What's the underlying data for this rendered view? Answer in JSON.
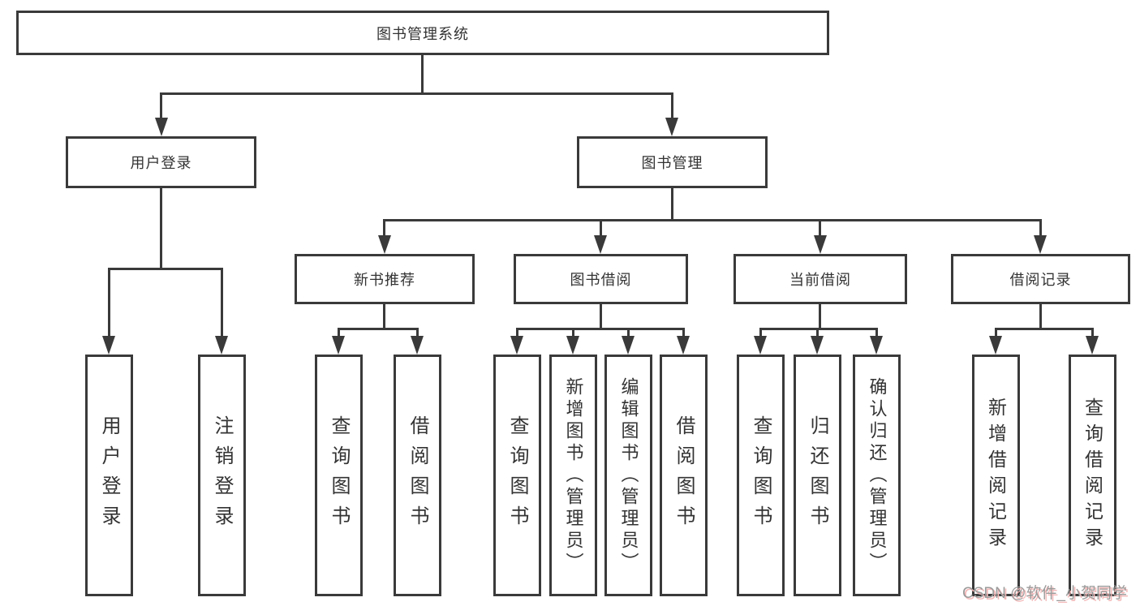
{
  "nodes": {
    "root": "图书管理系统",
    "user_login": "用户登录",
    "book_mgmt": "图书管理",
    "new_book_rec": "新书推荐",
    "book_borrow": "图书借阅",
    "current_borrow": "当前借阅",
    "borrow_records": "借阅记录",
    "leaf_user_login": "用户登录",
    "leaf_logout_login": "注销登录",
    "leaf_query_book_rec": "查询图书",
    "leaf_borrow_book_rec": "借阅图书",
    "leaf_query_book_borrow": "查询图书",
    "leaf_add_book_admin": "新增图书（管理员）",
    "leaf_edit_book_admin": "编辑图书（管理员）",
    "leaf_borrow_book_2": "借阅图书",
    "leaf_query_book_current": "查询图书",
    "leaf_return_book": "归还图书",
    "leaf_confirm_return_admin": "确认归还（管理员）",
    "leaf_add_borrow_record": "新增借阅记录",
    "leaf_query_borrow_record": "查询借阅记录"
  },
  "watermark": "CSDN @软件_小贺同学",
  "colors": {
    "line": "#3a3a3a",
    "text": "#333333",
    "background": "#ffffff",
    "watermark_text": "#9b9b9b",
    "watermark_shadow": "#f3b8b8"
  }
}
